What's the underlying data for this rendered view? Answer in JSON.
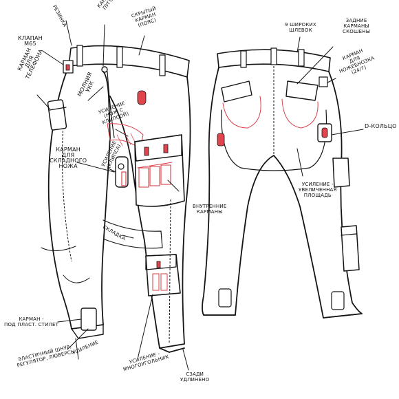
{
  "labels": {
    "rezinka": "резинка",
    "klapan": "клапан\nм65",
    "karman_telefona": "карман\nдля\nтелефона",
    "kanadskaya": "канадская\nпуговица",
    "molniya": "молния\nукк",
    "skrytyi_karman": "скрытый\nкарман\n(пояс)",
    "usilenie_nozh": "усиление\n(нож с\nклипсой)",
    "usilenie_klipsa": "усиление\n(клипса)",
    "karman_nozha": "карман\nдля\nскладного\nножа",
    "vnutrennie": "внутренние\nкарманы",
    "skladka": "складка",
    "karman_stilet": "карман -\nпод пласт. стилет",
    "usilenie_niz": "усиление",
    "shnur": "эластичный шнур,\nрегулятор, люверсы",
    "mnogougolnik": "усиление -\nмногоугольник",
    "szadi": "сзади\nудлинено",
    "shlevok": "9 широких\nшлевок",
    "zadnie_karmany": "задние\nкарманы\nскошены",
    "nozhebnozha": "карман\nдля\nножебнозка\n(24/7)",
    "d_kolco": "d-кольцо",
    "usilenie_ploshad": "усиление -\nувеличенная\nплощадь"
  },
  "colors": {
    "ink": "#151515",
    "accent_red": "#e0454d",
    "paper": "#ffffff"
  }
}
